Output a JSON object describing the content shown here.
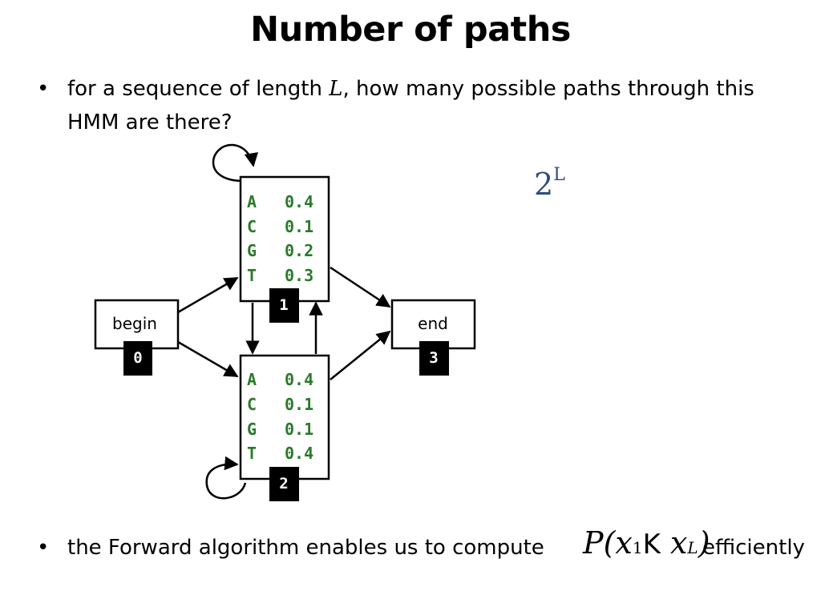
{
  "title": "Number of paths",
  "bullets": [
    {
      "marker": "•",
      "text_before": "for a sequence of length ",
      "math": "L",
      "text_after": ", how many possible paths through this HMM are there?"
    },
    {
      "marker": "•",
      "text": "the Forward algorithm enables us to compute ",
      "formula": {
        "P": "P",
        "open": "(",
        "x1": "x",
        "sub1": "1",
        "ellipsis": "K",
        "xL": "x",
        "subL": "L",
        "close": ")"
      },
      "text_after": "efficiently"
    }
  ],
  "answer": {
    "base": "2",
    "exponent": "L"
  },
  "hmm": {
    "states": [
      {
        "id": "0",
        "label": "begin"
      },
      {
        "id": "1",
        "emissions": [
          {
            "symbol": "A",
            "prob": "0.4"
          },
          {
            "symbol": "C",
            "prob": "0.1"
          },
          {
            "symbol": "G",
            "prob": "0.2"
          },
          {
            "symbol": "T",
            "prob": "0.3"
          }
        ]
      },
      {
        "id": "2",
        "emissions": [
          {
            "symbol": "A",
            "prob": "0.4"
          },
          {
            "symbol": "C",
            "prob": "0.1"
          },
          {
            "symbol": "G",
            "prob": "0.1"
          },
          {
            "symbol": "T",
            "prob": "0.4"
          }
        ]
      },
      {
        "id": "3",
        "label": "end"
      }
    ]
  },
  "colors": {
    "emission_text": "#2a7a2a",
    "answer": "#2e4d7b"
  }
}
